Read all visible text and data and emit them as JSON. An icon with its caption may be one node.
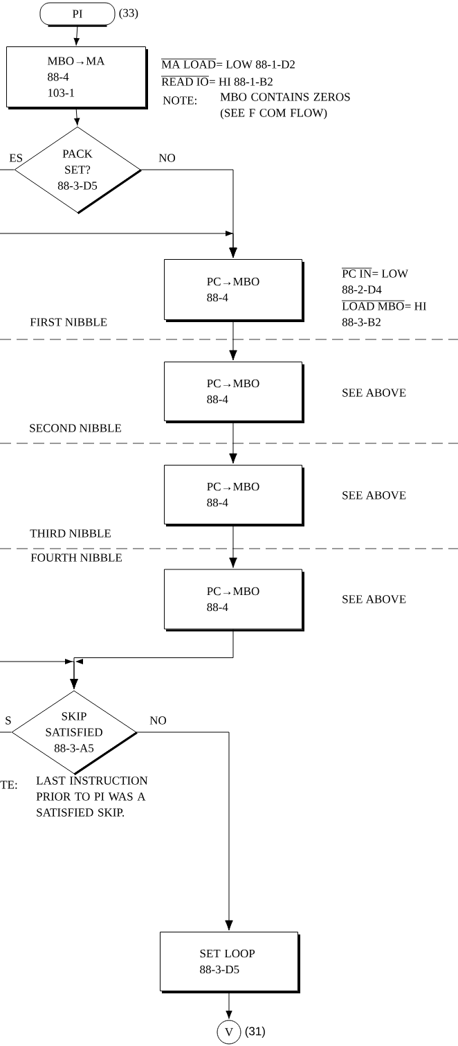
{
  "diagram": {
    "nodes": [
      {
        "text": [
          "PI"
        ],
        "beside": [
          "(33)"
        ]
      },
      {
        "text": [
          "MBO→MA",
          "88-4",
          "103-1"
        ]
      },
      {
        "text": [
          "PACK SET?",
          "88-3-D5"
        ]
      },
      {
        "text": [
          "PC→MBO",
          "88-4"
        ]
      },
      {
        "text": [
          "PC→MBO",
          "88-4"
        ]
      },
      {
        "text": [
          "PC→MBO",
          "88-4"
        ]
      },
      {
        "text": [
          "PC→MBO",
          "88-4"
        ]
      },
      {
        "text": [
          "SKIP SATISFIED",
          "88-3-A5"
        ]
      },
      {
        "text": [
          "SET LOOP",
          "88-3-D5"
        ]
      },
      {
        "text": [
          "V"
        ],
        "beside": [
          "(31)"
        ]
      }
    ],
    "edges": [
      {
        "from": 0,
        "to": 1,
        "arrow": "to"
      },
      {
        "from": 1,
        "to": 2,
        "arrow": "to"
      },
      {
        "from": 2,
        "to": null,
        "arrow": "none",
        "label": "ES"
      },
      {
        "from": 2,
        "to": 3,
        "arrow": "to",
        "label": "NO"
      },
      {
        "from": null,
        "to": 3,
        "arrow": "to"
      },
      {
        "from": 3,
        "to": 4,
        "arrow": "to"
      },
      {
        "from": 4,
        "to": 5,
        "arrow": "to"
      },
      {
        "from": 5,
        "to": 6,
        "arrow": "to"
      },
      {
        "from": 6,
        "to": 7,
        "arrow": "to"
      },
      {
        "from": null,
        "to": 7,
        "arrow": "to"
      },
      {
        "from": 7,
        "to": null,
        "arrow": "none",
        "label": "S"
      },
      {
        "from": 7,
        "to": 8,
        "arrow": "to",
        "label": "NO"
      },
      {
        "from": 8,
        "to": 9,
        "arrow": "to"
      }
    ],
    "labels": [
      "MA LOAD",
      "= LOW 88-1-D2",
      "READ IO",
      "= HI 88-1-B2",
      "NOTE:",
      "MBO CONTAINS ZEROS (SEE F COM FLOW)",
      "PC IN",
      "= LOW",
      "88-2-D4",
      "LOAD MBO",
      "= HI",
      "FIRST NIBBLE",
      "88-3-B2",
      "SEE ABOVE",
      "SECOND NIBBLE",
      "SEE ABOVE",
      "THIRD NIBBLE",
      "FOURTH NIBBLE",
      "SEE ABOVE",
      "TE:",
      "LAST INSTRUCTION PRIOR TO PI WAS A SATISFIED SKIP."
    ]
  }
}
